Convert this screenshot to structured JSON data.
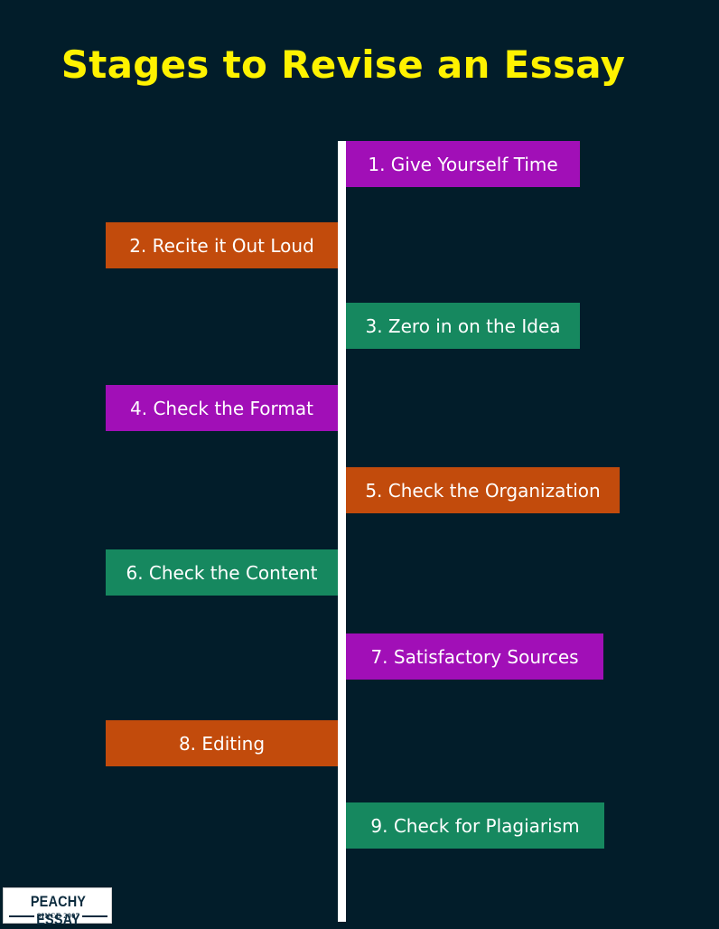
{
  "title": "Stages to Revise an Essay",
  "colors": {
    "background": "#021d2a",
    "title": "#fff200",
    "line": "#ffffff",
    "purple": "#a10fb7",
    "orange": "#c24b0c",
    "green": "#16885f"
  },
  "stages": [
    {
      "label": "1. Give Yourself Time",
      "side": "right",
      "color": "purple"
    },
    {
      "label": "2. Recite it Out Loud",
      "side": "left",
      "color": "orange"
    },
    {
      "label": "3. Zero in on the Idea",
      "side": "right",
      "color": "green"
    },
    {
      "label": "4. Check the Format",
      "side": "left",
      "color": "purple"
    },
    {
      "label": "5. Check the Organization",
      "side": "right",
      "color": "orange"
    },
    {
      "label": "6. Check the Content",
      "side": "left",
      "color": "green"
    },
    {
      "label": "7. Satisfactory Sources",
      "side": "right",
      "color": "purple"
    },
    {
      "label": "8. Editing",
      "side": "left",
      "color": "orange"
    },
    {
      "label": "9. Check for Plagiarism",
      "side": "right",
      "color": "green"
    }
  ],
  "logo": {
    "name": "PEACHY ESSAY",
    "tagline": "SINCE 2007"
  }
}
